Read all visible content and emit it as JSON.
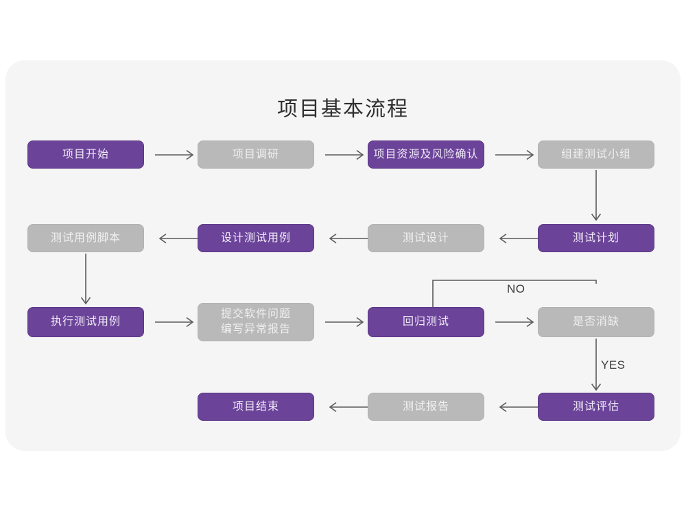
{
  "card": {
    "title": "项目基本流程",
    "background": "#f5f5f5"
  },
  "colors": {
    "purple": "#6b4399",
    "gray": "#b9b9b9",
    "purple_text": "#f0eaf7",
    "gray_text": "#f0f0f0",
    "connector": "#5a5a5a",
    "page_background": "#ffffff"
  },
  "nodes": [
    {
      "id": "project-start",
      "label": "项目开始",
      "style": "purple"
    },
    {
      "id": "project-research",
      "label": "项目调研",
      "style": "gray"
    },
    {
      "id": "resource-risk",
      "label": "项目资源及风险确认",
      "style": "purple"
    },
    {
      "id": "build-test-team",
      "label": "组建测试小组",
      "style": "gray"
    },
    {
      "id": "test-case-script",
      "label": "测试用例脚本",
      "style": "gray"
    },
    {
      "id": "design-test-case",
      "label": "设计测试用例",
      "style": "purple"
    },
    {
      "id": "test-design",
      "label": "测试设计",
      "style": "gray"
    },
    {
      "id": "test-plan",
      "label": "测试计划",
      "style": "purple"
    },
    {
      "id": "execute-test-case",
      "label": "执行测试用例",
      "style": "purple"
    },
    {
      "id": "submit-defect",
      "label": "提交软件问题\n编写异常报告",
      "style": "gray"
    },
    {
      "id": "regression-test",
      "label": "回归测试",
      "style": "purple"
    },
    {
      "id": "defect-resolved",
      "label": "是否消缺",
      "style": "gray"
    },
    {
      "id": "test-evaluation",
      "label": "测试评估",
      "style": "purple"
    },
    {
      "id": "test-report",
      "label": "测试报告",
      "style": "gray"
    },
    {
      "id": "project-end",
      "label": "项目结束",
      "style": "purple"
    }
  ],
  "connector_labels": {
    "no": "NO",
    "yes": "YES"
  }
}
